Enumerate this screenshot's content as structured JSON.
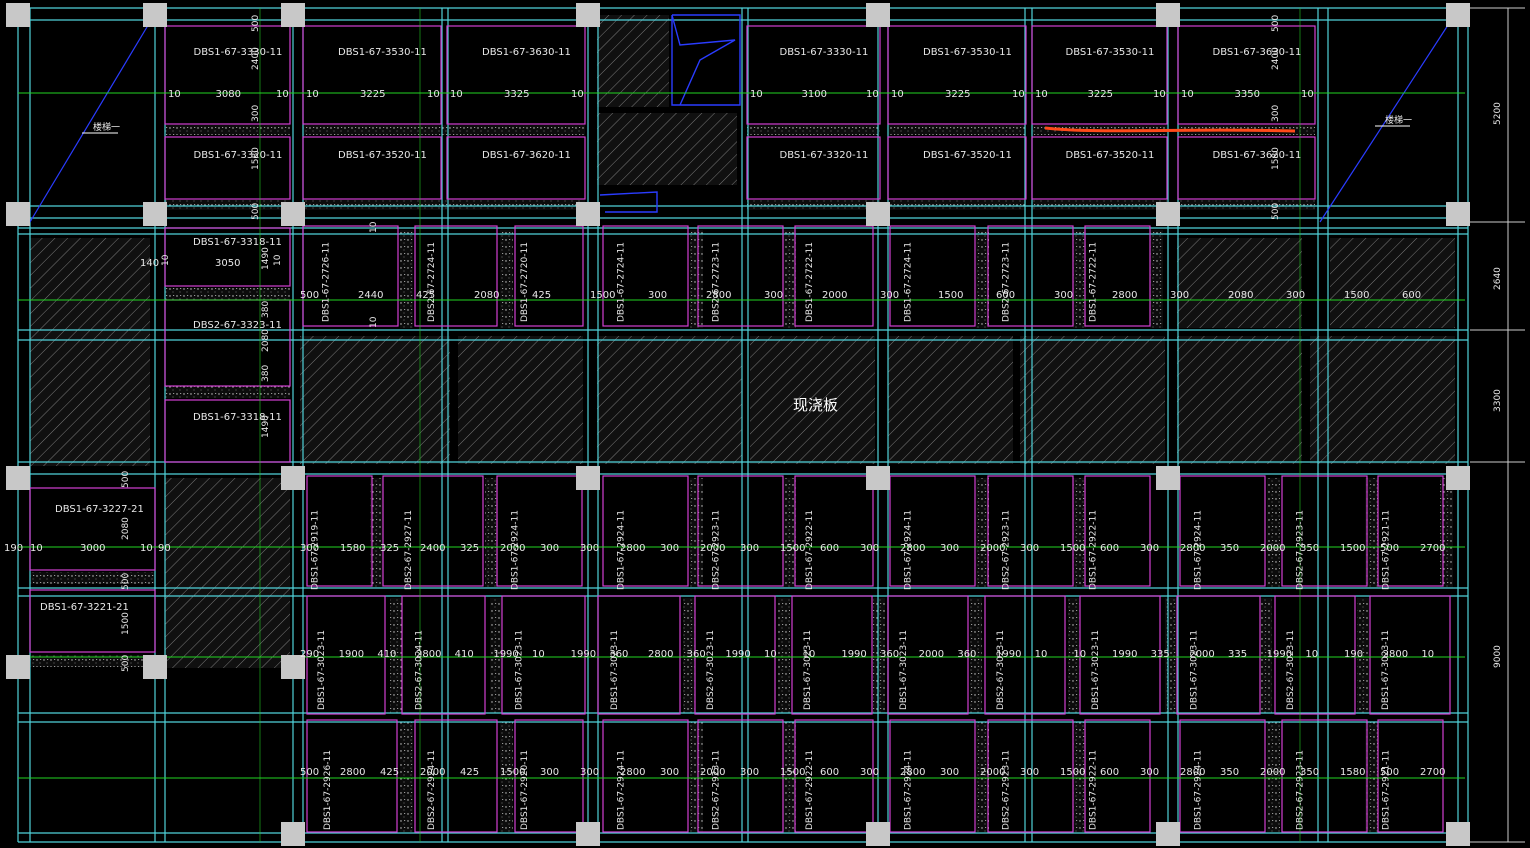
{
  "colors": {
    "background": "#000000",
    "beam": "#4fd1d9",
    "panel": "#d33fd3",
    "dimension": "#22d422",
    "column": "#c8c8c8",
    "stair_line": "#2a3cff",
    "hatch": "#8a8a8a",
    "markup": "#ff4a1a"
  },
  "labels": {
    "cast_slab": "现浇板",
    "stair_left": "楼梯一",
    "stair_right": "楼梯一"
  },
  "right_dimensions": [
    "5200",
    "2640",
    "3300",
    "9000"
  ],
  "top_row": {
    "upper_codes": [
      "DBS1-67-3330-11",
      "DBS1-67-3530-11",
      "DBS1-67-3630-11",
      "DBS1-67-3330-11",
      "DBS1-67-3530-11",
      "DBS1-67-3530-11",
      "DBS1-67-3630-11"
    ],
    "lower_codes": [
      "DBS1-67-3320-11",
      "DBS1-67-3520-11",
      "DBS1-67-3620-11",
      "DBS1-67-3320-11",
      "DBS1-67-3520-11",
      "DBS1-67-3520-11",
      "DBS1-67-3620-11"
    ],
    "widths": [
      "3080",
      "3225",
      "3325",
      "3100",
      "3225",
      "3225",
      "3350"
    ],
    "edge_dims": [
      "10",
      "10",
      "10",
      "10",
      "10",
      "10",
      "10",
      "10",
      "10",
      "10",
      "10",
      "10",
      "10",
      "10"
    ],
    "side_dims": [
      "500",
      "2400",
      "300",
      "1580",
      "500"
    ],
    "side_dims_right": [
      "500",
      "2400",
      "300",
      "1580",
      "500"
    ]
  },
  "left_upper_block": {
    "codes": [
      "DBS1-67-3318-11",
      "DBS2-67-3323-11",
      "DBS1-67-3318-11"
    ],
    "width": "3050",
    "left_dim": "140",
    "dims": [
      "1490",
      "380",
      "2080",
      "380",
      "1490",
      "10",
      "10",
      "10",
      "10"
    ]
  },
  "left_lower_block": {
    "codes": [
      "DBS1-67-3227-21",
      "DBS1-67-3221-21"
    ],
    "width": "3000",
    "dims": [
      "190",
      "10",
      "10",
      "90",
      "500",
      "2080",
      "500",
      "1500",
      "500"
    ]
  },
  "mid_row": {
    "codes": [
      "DBS1-67-2726-11",
      "DBS2-67-2724-11",
      "DBS1-67-2720-11",
      "DBS1-67-2724-11",
      "DBS2-67-2723-11",
      "DBS1-67-2722-11",
      "DBS1-67-2724-11",
      "DBS2-67-2723-11",
      "DBS1-67-2722-11"
    ],
    "values": [
      "500",
      "2440",
      "425",
      "2080",
      "425",
      "1500",
      "300",
      "2800",
      "300",
      "2000",
      "300",
      "1500",
      "600",
      "300",
      "2800",
      "300",
      "2080",
      "300",
      "1500",
      "600"
    ]
  },
  "lower_row1": {
    "codes": [
      "DBS1-67-2919-11",
      "DBS2-67-2927-11",
      "DBS1-67-2924-11",
      "DBS1-67-2924-11",
      "DBS2-67-2923-11",
      "DBS1-67-2922-11",
      "DBS1-67-2924-11",
      "DBS2-67-2923-11",
      "DBS1-67-2922-11",
      "DBS1-67-2924-11",
      "DBS2-67-2923-11",
      "DBS1-67-2921-11"
    ],
    "values": [
      "300",
      "1580",
      "325",
      "2400",
      "325",
      "2000",
      "300",
      "300",
      "2800",
      "300",
      "2000",
      "300",
      "1500",
      "600",
      "300",
      "2800",
      "300",
      "2000",
      "300",
      "1500",
      "600",
      "300",
      "2800",
      "350",
      "2000",
      "350",
      "1500",
      "500",
      "2700"
    ]
  },
  "lower_row2": {
    "codes": [
      "DBS1-67-3023-11",
      "DBS2-67-3024-11",
      "DBS1-67-3023-11",
      "DBS1-67-3023-11",
      "DBS2-67-3023-11",
      "DBS1-67-3023-11",
      "DBS1-67-3023-11",
      "DBS2-67-3023-11",
      "DBS1-67-3023-11",
      "DBS1-67-3023-11",
      "DBS2-67-3023-11",
      "DBS1-67-3023-11"
    ],
    "values": [
      "290",
      "1900",
      "410",
      "2800",
      "410",
      "1990",
      "10",
      "1990",
      "360",
      "2800",
      "360",
      "1990",
      "10",
      "10",
      "1990",
      "360",
      "2000",
      "360",
      "1990",
      "10",
      "10",
      "1990",
      "335",
      "2000",
      "335",
      "1990",
      "10",
      "190",
      "2800",
      "10"
    ]
  },
  "lower_row3": {
    "codes": [
      "DBS1-67-2926-11",
      "DBS2-67-2924-11",
      "DBS1-67-2920-11",
      "DBS1-67-2924-11",
      "DBS2-67-2923-11",
      "DBS1-67-2922-11",
      "DBS1-67-2924-11",
      "DBS2-67-2923-11",
      "DBS1-67-2922-11",
      "DBS1-67-2924-11",
      "DBS2-67-2923-11",
      "DBS1-67-2921-11"
    ],
    "values": [
      "500",
      "2800",
      "425",
      "2000",
      "425",
      "1500",
      "300",
      "300",
      "2800",
      "300",
      "2000",
      "300",
      "1500",
      "600",
      "300",
      "2800",
      "300",
      "2000",
      "300",
      "1500",
      "600",
      "300",
      "2800",
      "350",
      "2000",
      "350",
      "1580",
      "500",
      "2700"
    ]
  }
}
